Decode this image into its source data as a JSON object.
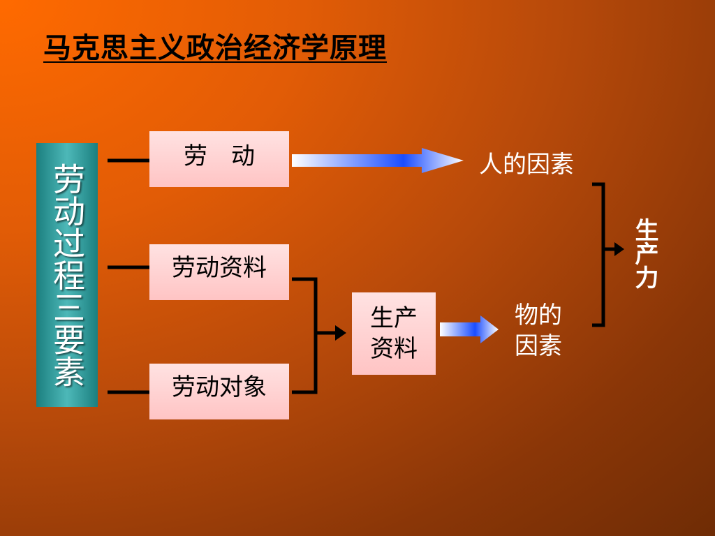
{
  "title": "马克思主义政治经济学原理",
  "left_box": "劳动过程三要素",
  "elements": {
    "labor": "劳　动",
    "means": "劳动资料",
    "object": "劳动对象"
  },
  "means_of_production": "生产\n资料",
  "human_factor": "人的因素",
  "material_factor": "物的\n因素",
  "productivity": "生产力",
  "colors": {
    "teal_box": "#3aa7a7",
    "pink_box": "#ffcccc",
    "arrow_blue": "#1a4dff"
  }
}
